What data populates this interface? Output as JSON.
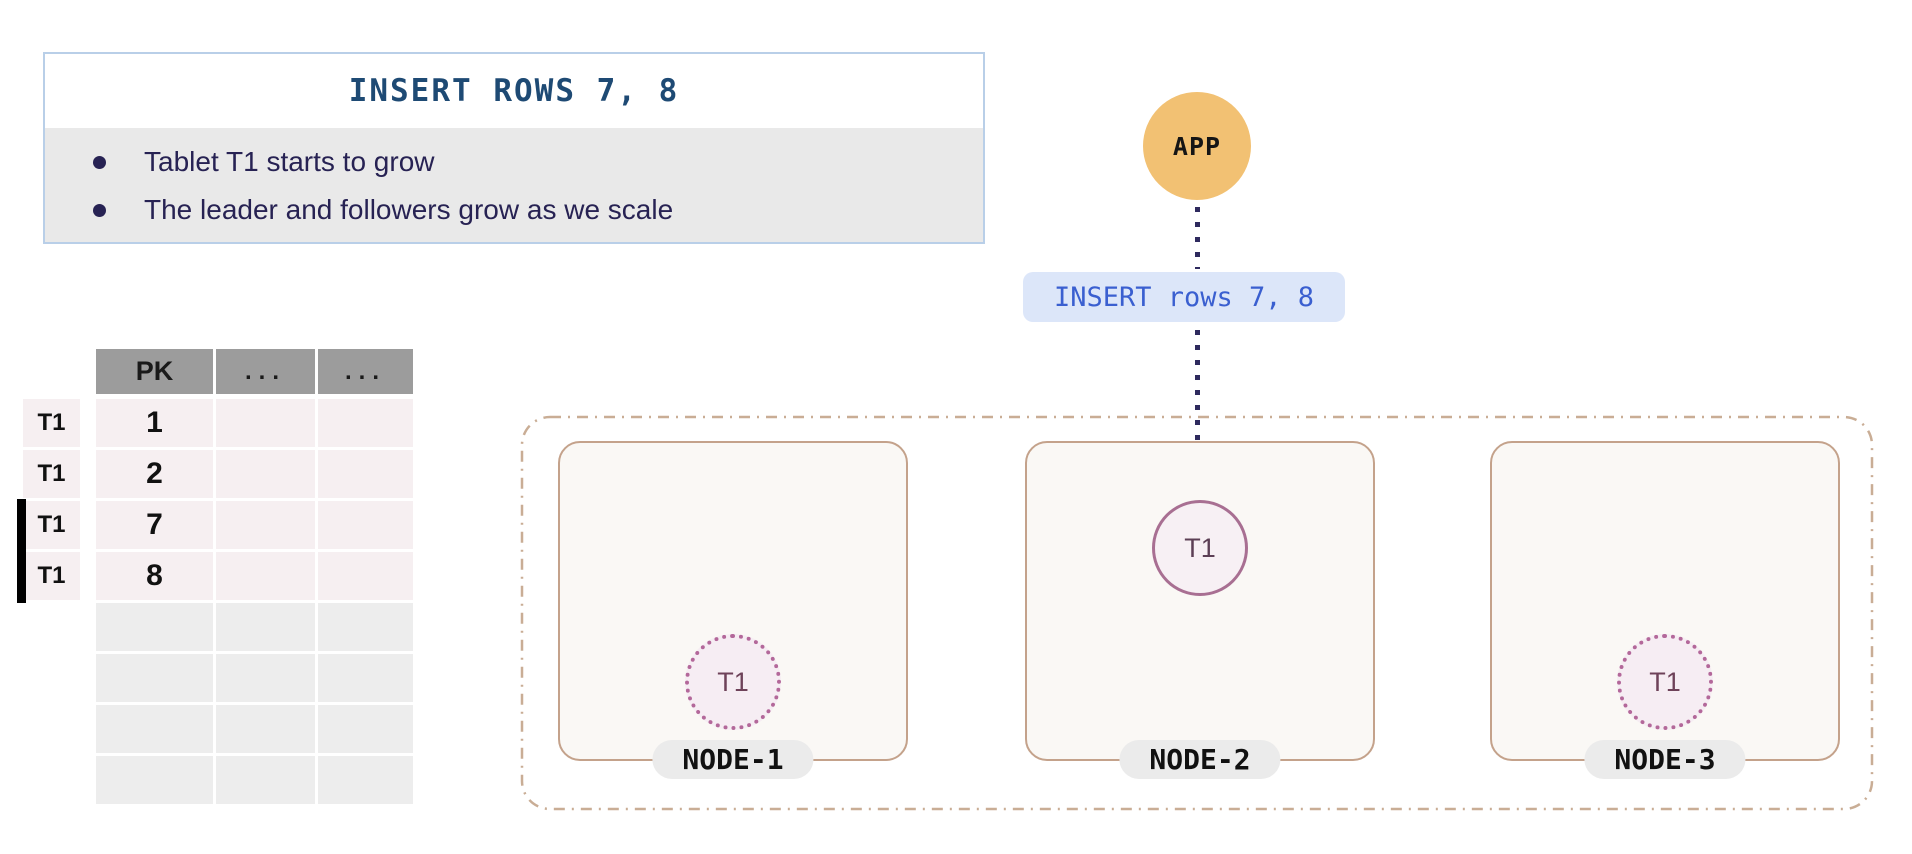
{
  "info_card": {
    "title": "INSERT ROWS 7, 8",
    "bullets": [
      "Tablet T1 starts to grow",
      "The leader and followers grow as we scale"
    ]
  },
  "app": {
    "label": "APP"
  },
  "request": {
    "label": "INSERT rows 7, 8"
  },
  "table": {
    "headers": [
      "PK",
      "...",
      "..."
    ],
    "rows": [
      {
        "tablet": "T1",
        "pk": "1",
        "inserted": false
      },
      {
        "tablet": "T1",
        "pk": "2",
        "inserted": false
      },
      {
        "tablet": "T1",
        "pk": "7",
        "inserted": true
      },
      {
        "tablet": "T1",
        "pk": "8",
        "inserted": true
      }
    ],
    "empty_row_count": 4
  },
  "cluster": {
    "nodes": [
      {
        "name": "NODE-1",
        "tablet": {
          "label": "T1",
          "role": "follower"
        }
      },
      {
        "name": "NODE-2",
        "tablet": {
          "label": "T1",
          "role": "leader"
        }
      },
      {
        "name": "NODE-3",
        "tablet": {
          "label": "T1",
          "role": "follower"
        }
      }
    ]
  },
  "colors": {
    "app_circle": "#f2c173",
    "title_text": "#1e4a74",
    "bullet_text": "#272253",
    "pill_bg": "#dce6f9",
    "pill_text": "#3a5fd0",
    "cluster_border": "#c9ad95",
    "node_border": "#c4a28b",
    "tablet_border": "#a86f92",
    "tablet_fill": "#f7f0f4",
    "table_header_bg": "#9c9c9c",
    "table_row_bg": "#f6eff1",
    "insert_marker": "#000000",
    "arrow": "#2e2a5e"
  }
}
